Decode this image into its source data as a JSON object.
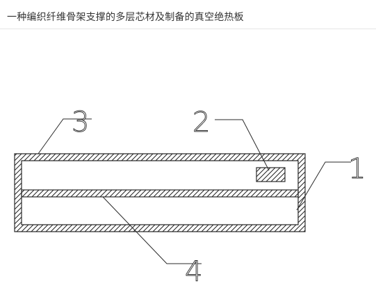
{
  "page": {
    "title": "一种编织纤维骨架支撑的多层芯材及制备的真空绝热板"
  },
  "figure": {
    "labels": {
      "l1": "1",
      "l2": "2",
      "l3": "3",
      "l4": "4"
    },
    "colors": {
      "line": "#2a2a2a",
      "hatch": "#222222"
    }
  }
}
